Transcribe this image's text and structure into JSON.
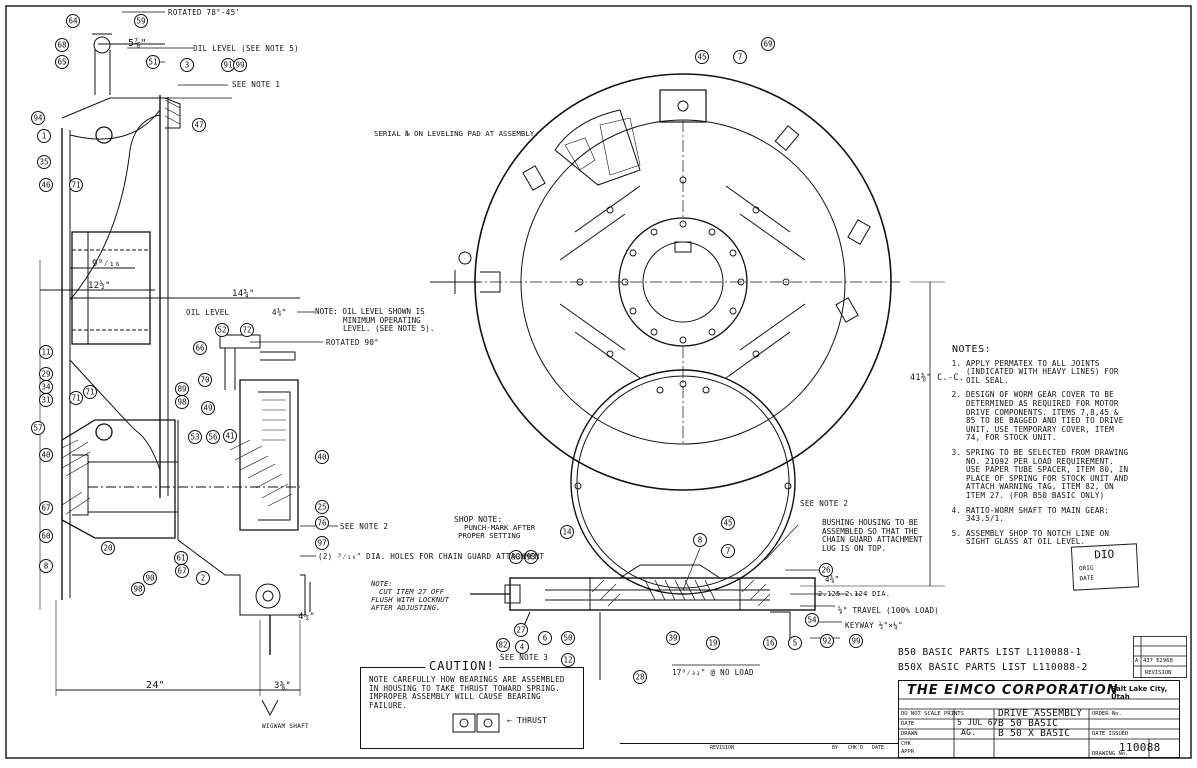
{
  "drawing": {
    "labels": {
      "rotated_top": "ROTATED 78°-45'",
      "dim_five_seven_eighths": "5⅞\"",
      "oil_level_note5": "OIL LEVEL (SEE NOTE 5)",
      "see_note_1": "SEE NOTE 1",
      "dim_nine_sixteenths": "9⁹⁄₁₆",
      "dim_twelve_half": "12½\"",
      "dim_fourteen_three_quarter": "14¾\"",
      "oil_level": "OIL LEVEL",
      "dim_four_three_eighths": "4⅜\"",
      "rotated_90": "ROTATED 90°",
      "see_note_2_left": "SEE NOTE 2",
      "holes_note": "(2) ³⁄₁₆\" DIA. HOLES FOR CHAIN GUARD ATTACHMENT",
      "dim_twenty_four": "24\"",
      "dim_three_three_eighths": "3⅜\"",
      "dim_four_half": "4½\"",
      "wigwam_shaft": "WIGWAM SHAFT",
      "center_dim": "41⅜\" C.-C.",
      "see_note_2_right": "SEE NOTE 2",
      "dim_four_three_eighths_right": "4⅜\"",
      "dia_label": "2.125 2.124 DIA.",
      "travel": "⅝\" TRAVEL (100% LOAD)",
      "keyway": "KEYWAY ½\"×¼\"",
      "no_load": "17⁹⁄₃₂\" @ NO LOAD",
      "see_note_3": "SEE NOTE 3"
    },
    "balloons": [
      "64",
      "59",
      "68",
      "65",
      "94",
      "1",
      "35",
      "46",
      "71",
      "51",
      "3",
      "91",
      "99",
      "47",
      "11",
      "29",
      "34",
      "31",
      "71",
      "57",
      "40",
      "67",
      "60",
      "8",
      "45",
      "7",
      "69",
      "52",
      "72",
      "66",
      "70",
      "49",
      "89",
      "98",
      "53",
      "56",
      "41",
      "40",
      "25",
      "76",
      "97",
      "20",
      "90",
      "98",
      "2",
      "4",
      "27",
      "82",
      "6",
      "50",
      "12",
      "39",
      "19",
      "16",
      "5",
      "14",
      "8",
      "45",
      "7",
      "26",
      "54",
      "92",
      "99",
      "28",
      "93",
      "93",
      "61",
      "67",
      "71"
    ]
  },
  "serial_note": "SERIAL № ON LEVELING PAD AT ASSEMBLY.",
  "oil_note": [
    "NOTE: OIL LEVEL SHOWN IS",
    "MINIMUM OPERATING",
    "LEVEL. (SEE NOTE 5)."
  ],
  "notes": {
    "heading": "NOTES:",
    "items": [
      "APPLY PERMATEX TO ALL JOINTS (INDICATED WITH HEAVY LINES) FOR OIL SEAL.",
      "DESIGN OF WORM GEAR COVER TO BE DETERMINED AS REQUIRED FOR MOTOR DRIVE COMPONENTS. ITEMS 7,8,45 & 85 TO BE BAGGED AND TIED TO DRIVE UNIT. USE TEMPORARY COVER, ITEM 74, FOR STOCK UNIT.",
      "SPRING TO BE SELECTED FROM DRAWING NO. 21092 PER LOAD REQUIREMENT. USE PAPER TUBE SPACER, ITEM 80, IN PLACE OF SPRING FOR STOCK UNIT AND ATTACH WARNING TAG, ITEM 82, ON ITEM 27. (FOR B50 BASIC ONLY)",
      "RATIO-WORM SHAFT TO MAIN GEAR: 343.5/1.",
      "ASSEMBLY SHOP TO NOTCH LINE ON SIGHT GLASS AT OIL LEVEL."
    ]
  },
  "shop_note": {
    "heading": "SHOP NOTE:",
    "lines": [
      "PUNCH-MARK AFTER",
      "PROPER SETTING"
    ]
  },
  "cut_note": [
    "NOTE:",
    "CUT ITEM 27 OFF",
    "FLUSH WITH LOCKNUT",
    "AFTER ADJUSTING."
  ],
  "bushing_note": [
    "BUSHING HOUSING TO BE",
    "ASSEMBLED SO THAT THE",
    "CHAIN GUARD ATTACHMENT",
    "LUG IS ON TOP."
  ],
  "caution": {
    "title": "CAUTION!",
    "body": "NOTE CAREFULLY HOW BEARINGS ARE ASSEMBLED IN HOUSING TO TAKE THRUST TOWARD SPRING. IMPROPER ASSEMBLY WILL CAUSE BEARING FAILURE.",
    "thrust": "THRUST"
  },
  "parts_lists": [
    "B50 BASIC   PARTS LIST L110088-1",
    "B50X BASIC  PARTS LIST L110088-2"
  ],
  "title_block": {
    "company": "THE EIMCO CORPORATION",
    "location": "Salt Lake City, Utah",
    "date": "5 JUL 67",
    "drawn": "AG.",
    "title_1": "DRIVE ASSEMBLY",
    "title_2": "B 50 BASIC",
    "title_3": "B 50 X BASIC",
    "drawing_no": "110088",
    "scale_label": "DO NOT SCALE PRINTS",
    "date_label": "DATE",
    "drawn_label": "DRAWN",
    "chk_label": "CHK",
    "appr_label": "APPR",
    "order_label": "ORDER No.",
    "date_issued_label": "DATE ISSUED",
    "drawing_no_label": "DRAWING No."
  },
  "revision": {
    "letter": "A",
    "ecn": "437 E2968",
    "label": "REVISION"
  },
  "stamp": {
    "title": "DIO",
    "line1": "ORIG",
    "line2": "DATE"
  },
  "rev_strip": {
    "revision": "REVISION",
    "by": "BY",
    "chkd": "CHK'D",
    "date": "DATE"
  }
}
